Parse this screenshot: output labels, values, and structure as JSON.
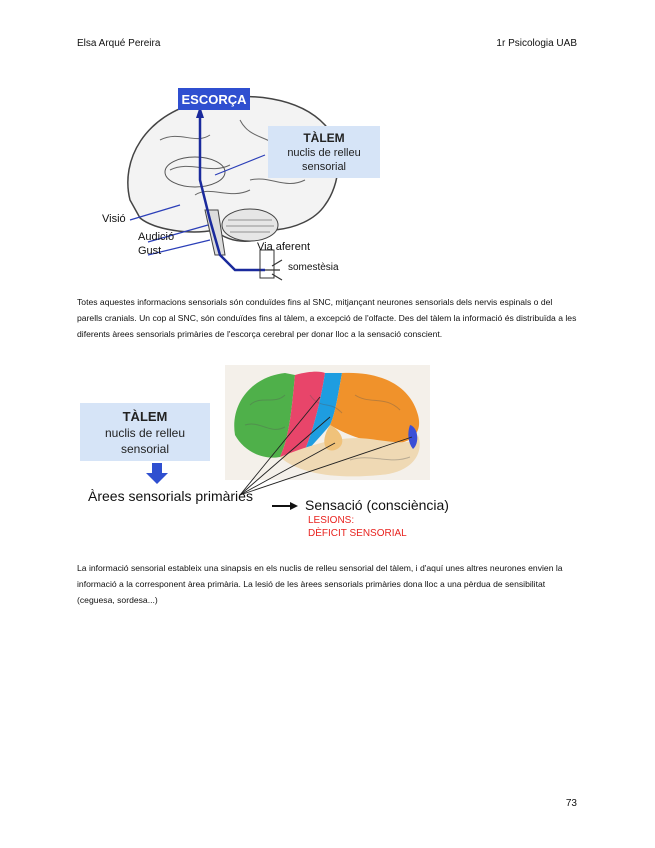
{
  "header": {
    "author": "Elsa Arqué Pereira",
    "course": "1r Psicologia UAB"
  },
  "figure1": {
    "escorca_label": "ESCORÇA",
    "talem_title": "TÀLEM",
    "talem_line2": "nuclis de relleu",
    "talem_line3": "sensorial",
    "vision": "Visió",
    "audition": "Audició",
    "taste": "Gust",
    "afferent": "Via aferent",
    "somesthesia": "somestèsia"
  },
  "paragraph1": "Totes aquestes informacions sensorials són conduïdes fins al SNC, mitjançant neurones sensorials dels nervis espinals o del parells cranials. Un cop al SNC, són conduïdes fins al tàlem, a excepció de l'olfacte. Des del tàlem la informació és distribuïda a les diferents àrees sensorials primàries de l'escorça cerebral per donar lloc a la sensació conscient.",
  "figure2": {
    "talem_title": "TÀLEM",
    "talem_line2": "nuclis de relleu",
    "talem_line3": "sensorial",
    "areas": "Àrees sensorials primàries",
    "sensation": "Sensació (consciència)",
    "lesions": "LESIONS:",
    "deficit": "DÈFICIT SENSORIAL",
    "colors": {
      "box_bg": "#d6e4f7",
      "arrow_blue": "#2f4fd0",
      "lesion_red": "#e8231f"
    }
  },
  "paragraph2": "La informació sensorial estableix una sinapsis en els nuclis de relleu sensorial del tàlem, i d'aquí unes altres neurones envien la informació a la corresponent àrea primària. La lesió de les àrees sensorials primàries dona lloc a una pèrdua de sensibilitat (ceguesa, sordesa...)",
  "page_number": "73"
}
